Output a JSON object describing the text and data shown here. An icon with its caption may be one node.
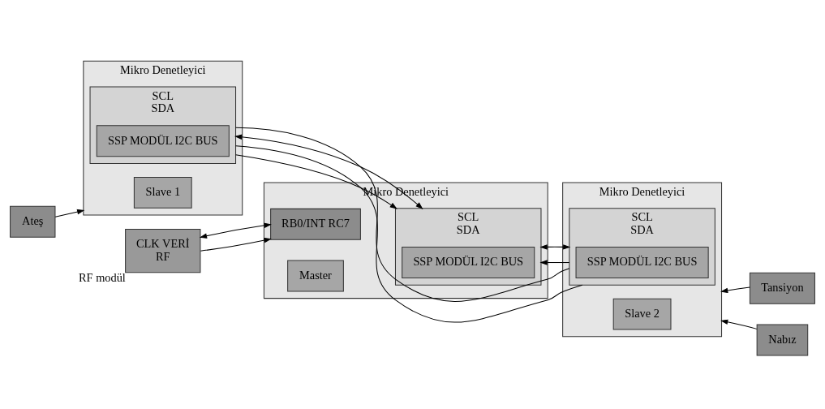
{
  "diagram": {
    "nodes": [
      {
        "text": [
          "Mikro Denetleyici"
        ]
      },
      {
        "text": [
          "Slave 1"
        ],
        "in": 0
      },
      {
        "text": [
          "SCL",
          "SDA"
        ],
        "in": 0
      },
      {
        "text": [
          "SSP MODÜL I2C BUS"
        ],
        "in": 2
      },
      {
        "text": [
          "Ateş"
        ]
      },
      {
        "text": [
          "Mikro Denetleyici"
        ]
      },
      {
        "text": [
          "Slave 2"
        ],
        "in": 5
      },
      {
        "text": [
          "SCL",
          "SDA"
        ],
        "in": 5
      },
      {
        "text": [
          "SSP MODÜL I2C BUS"
        ],
        "in": 7
      },
      {
        "text": [
          "Tansiyon"
        ]
      },
      {
        "text": [
          "Nabız"
        ]
      },
      {
        "text": [
          "Mikro Denetleyici"
        ]
      },
      {
        "text": [
          "RB0/INT RC7"
        ],
        "in": 11
      },
      {
        "text": [
          "Master"
        ],
        "in": 11
      },
      {
        "text": [
          "SCL",
          "SDA"
        ],
        "in": 11
      },
      {
        "text": [
          "SSP MODÜL I2C BUS"
        ],
        "in": 14
      },
      {
        "text": [
          "CLK VERİ",
          "RF"
        ],
        "beside": [
          "RF modül"
        ]
      }
    ],
    "edges": [
      {
        "from": 4,
        "to": 0,
        "arrow": "to"
      },
      {
        "from": 9,
        "to": 5,
        "arrow": "to"
      },
      {
        "from": 10,
        "to": 5,
        "arrow": "to"
      },
      {
        "from": 2,
        "to": 7,
        "arrow": "none"
      },
      {
        "from": 2,
        "to": 7,
        "arrow": "none"
      },
      {
        "from": 2,
        "to": 14,
        "arrow": "to"
      },
      {
        "from": 7,
        "to": 14,
        "arrow": "to"
      },
      {
        "from": 2,
        "to": 14,
        "arrow": "both"
      },
      {
        "from": 7,
        "to": 14,
        "arrow": "both"
      },
      {
        "from": 16,
        "to": 12,
        "arrow": "to"
      },
      {
        "from": 16,
        "to": 12,
        "arrow": "both"
      }
    ]
  }
}
